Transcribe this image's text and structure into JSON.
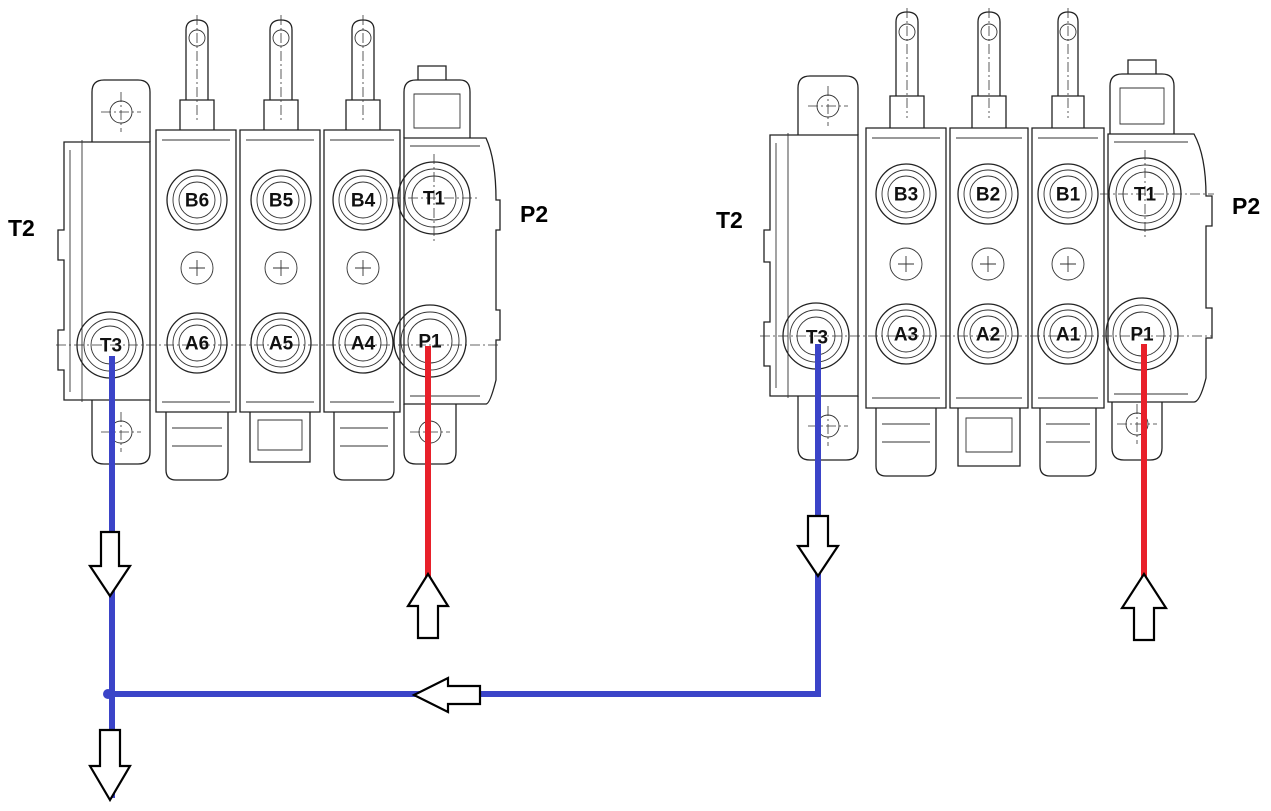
{
  "colors": {
    "return_line": "#3b44c8",
    "pressure_line": "#e8202a",
    "drawing": "#222222"
  },
  "left_valve": {
    "side_left_label": "T2",
    "side_right_label": "P2",
    "top_ports": [
      "B6",
      "B5",
      "B4",
      "T1"
    ],
    "bottom_ports": [
      "T3",
      "A6",
      "A5",
      "A4",
      "P1"
    ]
  },
  "right_valve": {
    "side_left_label": "T2",
    "side_right_label": "P2",
    "top_ports": [
      "B3",
      "B2",
      "B1",
      "T1"
    ],
    "bottom_ports": [
      "T3",
      "A3",
      "A2",
      "A1",
      "P1"
    ]
  },
  "flow_arrows": [
    {
      "id": "left-return-down",
      "direction": "down"
    },
    {
      "id": "left-pressure-up",
      "direction": "up"
    },
    {
      "id": "right-return-down",
      "direction": "down"
    },
    {
      "id": "right-pressure-up",
      "direction": "up"
    },
    {
      "id": "junction-left",
      "direction": "left"
    },
    {
      "id": "outlet-down",
      "direction": "down"
    }
  ]
}
